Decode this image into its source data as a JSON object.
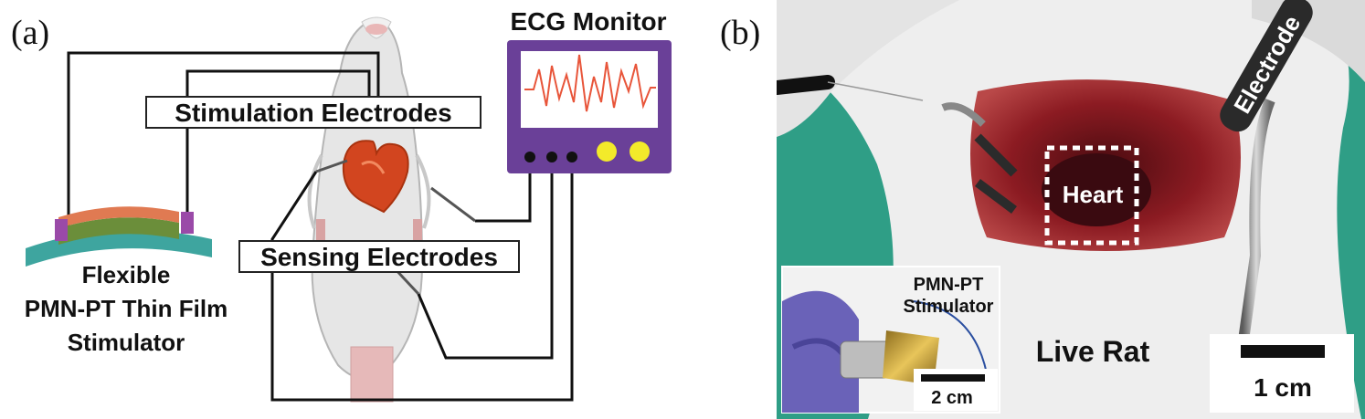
{
  "panel_a": {
    "label": "(a)",
    "ecg_monitor": "ECG Monitor",
    "stimulation_electrodes": "Stimulation Electrodes",
    "sensing_electrodes": "Sensing Electrodes",
    "stimulator_line1": "Flexible",
    "stimulator_line2": "PMN-PT Thin Film",
    "stimulator_line3": "Stimulator",
    "colors": {
      "monitor_frame": "#6a4098",
      "ecg_trace": "#e8553a",
      "knob": "#f3ea2a",
      "substrate": "#3ea59f",
      "heart": "#d2451f"
    }
  },
  "panel_b": {
    "label": "(b)",
    "electrode": "Electrode",
    "heart": "Heart",
    "live_rat": "Live Rat",
    "scale_bar": "1 cm",
    "inset_label_line1": "PMN-PT",
    "inset_label_line2": "Stimulator",
    "inset_scale_bar": "2 cm",
    "colors": {
      "drape": "#2f9e86",
      "tissue": "#8c1b22",
      "glove": "#6a62b8",
      "foil": "#c8a23a"
    }
  }
}
